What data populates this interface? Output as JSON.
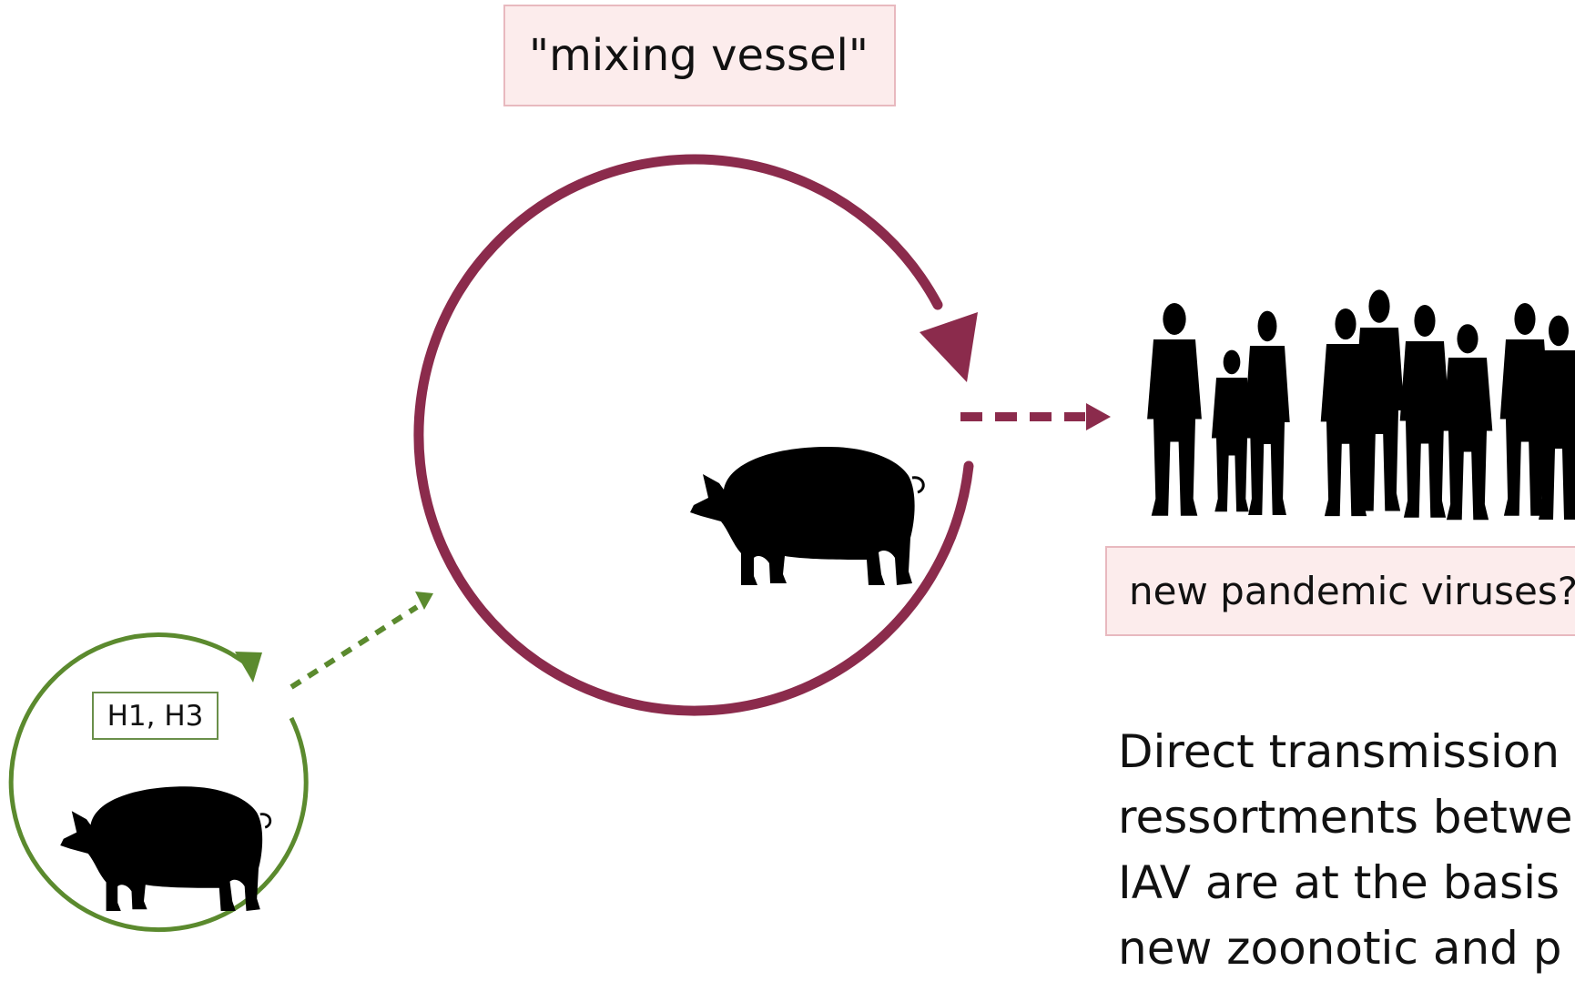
{
  "labels": {
    "mixing_vessel": "\"mixing vessel\"",
    "pandemic": "new pandemic viruses?",
    "swine_subtypes": "H1, H3"
  },
  "description": {
    "lines": [
      "Direct transmission",
      "ressortments betwe",
      "IAV are at the basis",
      "new zoonotic and p"
    ]
  },
  "colors": {
    "mixing_cycle": "#8b2b4c",
    "swine_cycle": "#5b8a2e",
    "label_fill": "#fcecec",
    "label_border": "#e8b9bf"
  },
  "icons": [
    "pig-silhouette-icon",
    "human-crowd-silhouette-icon"
  ]
}
